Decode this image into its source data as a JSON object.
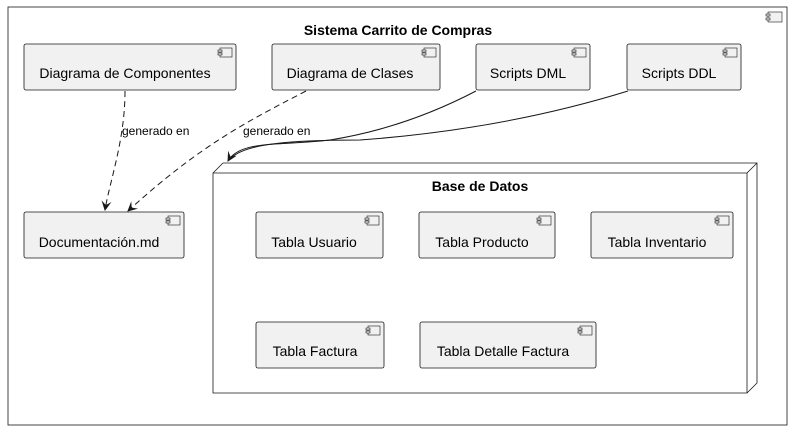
{
  "system": {
    "title": "Sistema Carrito de Compras"
  },
  "components": {
    "diagrama_componentes": "Diagrama de Componentes",
    "diagrama_clases": "Diagrama de Clases",
    "scripts_dml": "Scripts DML",
    "scripts_ddl": "Scripts DDL",
    "documentacion": "Documentación.md"
  },
  "database": {
    "title": "Base de Datos",
    "tables": {
      "usuario": "Tabla Usuario",
      "producto": "Tabla Producto",
      "inventario": "Tabla Inventario",
      "factura": "Tabla Factura",
      "detalle_factura": "Tabla Detalle Factura"
    }
  },
  "edges": {
    "componentes_doc": "generado en",
    "clases_doc": "generado en"
  }
}
